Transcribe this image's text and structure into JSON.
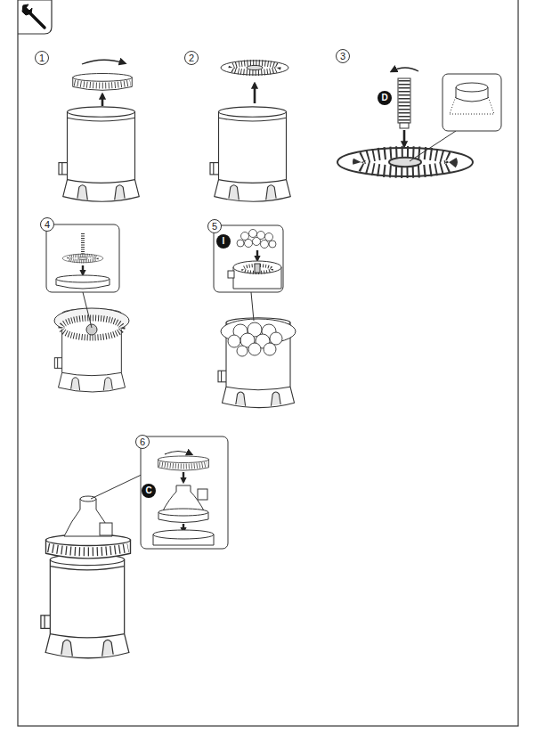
{
  "diagram": {
    "labels": [
      "1",
      "2",
      "3",
      "D",
      "4",
      "5",
      "I",
      "6",
      "C"
    ]
  }
}
